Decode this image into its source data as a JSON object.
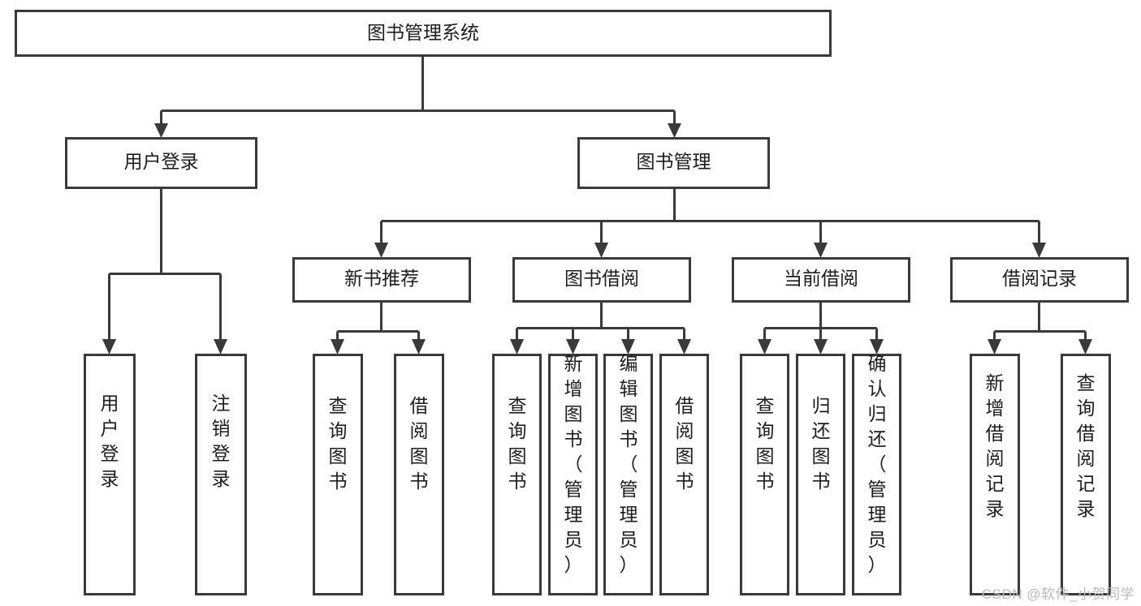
{
  "diagram": {
    "title": "图书管理系统",
    "type": "hierarchy-tree",
    "orientation": "top-down",
    "colors": {
      "box_stroke": "#3a3a3a",
      "box_fill": "#ffffff",
      "connector": "#3a3a3a",
      "text": "#1d1d1d",
      "background": "#ffffff",
      "watermark": "#b9b9b9"
    },
    "levels": [
      {
        "level": 1,
        "nodes": [
          {
            "id": "root",
            "label": "图书管理系统",
            "orientation": "horizontal"
          }
        ]
      },
      {
        "level": 2,
        "nodes": [
          {
            "id": "user-login",
            "label": "用户登录",
            "orientation": "horizontal",
            "parent": "root"
          },
          {
            "id": "book-mgmt",
            "label": "图书管理",
            "orientation": "horizontal",
            "parent": "root"
          }
        ]
      },
      {
        "level": 3,
        "nodes": [
          {
            "id": "new-book-rec",
            "label": "新书推荐",
            "orientation": "horizontal",
            "parent": "book-mgmt"
          },
          {
            "id": "book-borrow",
            "label": "图书借阅",
            "orientation": "horizontal",
            "parent": "book-mgmt"
          },
          {
            "id": "current-borrow",
            "label": "当前借阅",
            "orientation": "horizontal",
            "parent": "book-mgmt"
          },
          {
            "id": "borrow-record",
            "label": "借阅记录",
            "orientation": "horizontal",
            "parent": "book-mgmt"
          }
        ]
      },
      {
        "level": 4,
        "nodes": [
          {
            "id": "leaf-1",
            "label": "用户登录",
            "orientation": "vertical",
            "parent": "user-login"
          },
          {
            "id": "leaf-2",
            "label": "注销登录",
            "orientation": "vertical",
            "parent": "user-login"
          },
          {
            "id": "leaf-3",
            "label": "查询图书",
            "orientation": "vertical",
            "parent": "new-book-rec"
          },
          {
            "id": "leaf-4",
            "label": "借阅图书",
            "orientation": "vertical",
            "parent": "new-book-rec"
          },
          {
            "id": "leaf-5",
            "label": "查询图书",
            "orientation": "vertical",
            "parent": "book-borrow"
          },
          {
            "id": "leaf-6",
            "label": "新增图书（管理员）",
            "orientation": "vertical",
            "parent": "book-borrow"
          },
          {
            "id": "leaf-7",
            "label": "编辑图书（管理员）",
            "orientation": "vertical",
            "parent": "book-borrow"
          },
          {
            "id": "leaf-8",
            "label": "借阅图书",
            "orientation": "vertical",
            "parent": "book-borrow"
          },
          {
            "id": "leaf-9",
            "label": "查询图书",
            "orientation": "vertical",
            "parent": "current-borrow"
          },
          {
            "id": "leaf-10",
            "label": "归还图书",
            "orientation": "vertical",
            "parent": "current-borrow"
          },
          {
            "id": "leaf-11",
            "label": "确认归还（管理员）",
            "orientation": "vertical",
            "parent": "current-borrow"
          },
          {
            "id": "leaf-12",
            "label": "新增借阅记录",
            "orientation": "vertical",
            "parent": "borrow-record"
          },
          {
            "id": "leaf-13",
            "label": "查询借阅记录",
            "orientation": "vertical",
            "parent": "borrow-record"
          }
        ]
      }
    ]
  },
  "watermark": {
    "text": "CSDN @软件_小贺同学"
  }
}
